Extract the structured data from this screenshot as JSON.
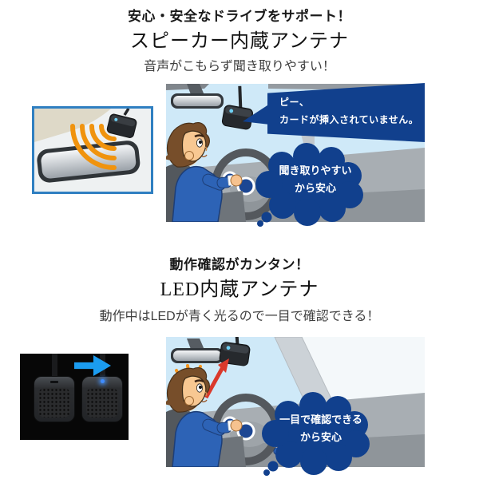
{
  "section1": {
    "catchline": "安心・安全なドライブをサポート！",
    "title": "スピーカー内蔵アンテナ",
    "subtitle": "音声がこもらず聞き取りやすい！",
    "speech_bubble": {
      "line1": "ピー、",
      "line2": "カードが挿入されていません。"
    },
    "cloud": {
      "line1": "聞き取りやすい",
      "line2": "から安心"
    }
  },
  "section2": {
    "catchline": "動作確認がカンタン！",
    "title": "LED内蔵アンテナ",
    "subtitle": "動作中はLEDが青く光るので一目で確認できる！",
    "cloud": {
      "line1": "一目で確認できる",
      "line2": "から安心"
    }
  },
  "colors": {
    "bubble_navy": "#11408d",
    "sky_blue": "#cfe9f8",
    "sound_wave_orange": "#f0930e",
    "arrow_blue": "#1b9cf0",
    "alert_arrow_red": "#da392c",
    "led_blue": "#3f8cff",
    "photo_border_blue": "#2f7fc1",
    "panel_black": "#070707"
  }
}
